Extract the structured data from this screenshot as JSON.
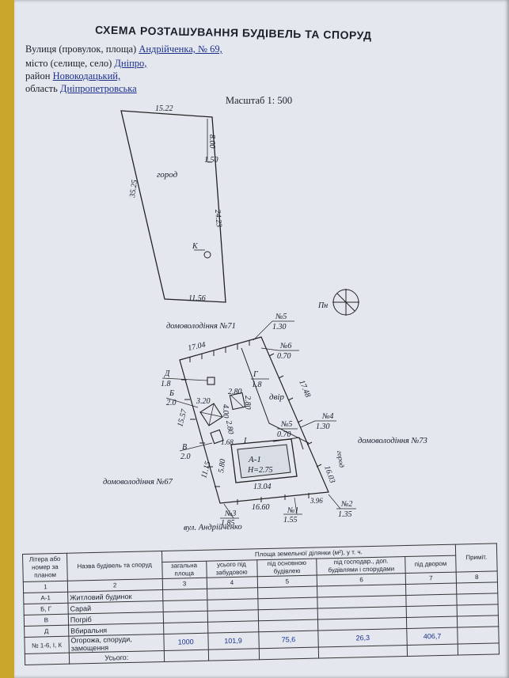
{
  "header": {
    "title": "СХЕМА РОЗТАШУВАННЯ БУДІВЕЛЬ ТА СПОРУД",
    "street_label": "Вулиця (провулок, площа)",
    "street_value": "Андрійченка, № 69,",
    "city_label": "місто (селище, село)",
    "city_value": "Дніпро,",
    "district_label": "район",
    "district_value": "Новокодацький,",
    "region_label": "область",
    "region_value": "Дніпропетровська",
    "scale": "Масштаб 1: 500"
  },
  "plan": {
    "garden": {
      "label": "город",
      "k_label": "К",
      "dims": [
        "15.22",
        "8.00",
        "1.50",
        "35.25",
        "24.23",
        "11.56"
      ]
    },
    "north": "Пн",
    "neighbors": [
      "домоволодіння №71",
      "домоволодіння №73",
      "домоволодіння №67"
    ],
    "street": "вул. Андрійченко",
    "yard": "двір",
    "yard_roman": "І",
    "fence_label": "город",
    "points": [
      {
        "no": "№5",
        "val": "1.30"
      },
      {
        "no": "№6",
        "val": "0.70"
      },
      {
        "no": "№5",
        "val": "0.70"
      },
      {
        "no": "№4",
        "val": "1.30"
      },
      {
        "no": "№3",
        "val": "1.85"
      },
      {
        "no": "№1",
        "val": "1.55"
      },
      {
        "no": "№2",
        "val": "1.35"
      }
    ],
    "buildings": {
      "a1": "А-1",
      "a1_height": "Н=2.75",
      "d": "Д",
      "d_h": "1.8",
      "g": "Г",
      "g_h": "1.8",
      "b": "Б",
      "b_h": "2.0",
      "v": "В",
      "v_h": "2.0"
    },
    "dims": [
      "17.04",
      "17.48",
      "3.20",
      "2.80",
      "2.80",
      "4.00",
      "2.80",
      "1.68",
      "15.57",
      "11.15",
      "5.80",
      "13.04",
      "16.03",
      "16.60",
      "3.96"
    ]
  },
  "table": {
    "title": "Площа земельної ділянки (м²), у т. ч.",
    "col_headers": [
      "Літера або номер за планом",
      "Назва будівель та споруд",
      "загальна площа",
      "усього під забудовою",
      "під основною будівлею",
      "під господар., доп. будівлями і спорудами",
      "під двором",
      "Приміт."
    ],
    "col_numbers": [
      "1",
      "2",
      "3",
      "4",
      "5",
      "6",
      "7",
      "8"
    ],
    "rows": [
      {
        "code": "А-1",
        "name": "Житловий будинок"
      },
      {
        "code": "Б, Г",
        "name": "Сарай"
      },
      {
        "code": "В",
        "name": "Погріб"
      },
      {
        "code": "Д",
        "name": "Вбиральня"
      },
      {
        "code": "№ 1-6, І, К",
        "name": "Огорожа, споруди, замощення"
      }
    ],
    "total_label": "Усього:",
    "values": {
      "total": "1000",
      "built": "101,9",
      "main": "75,6",
      "aux": "26,3",
      "yard": "406,7"
    }
  }
}
